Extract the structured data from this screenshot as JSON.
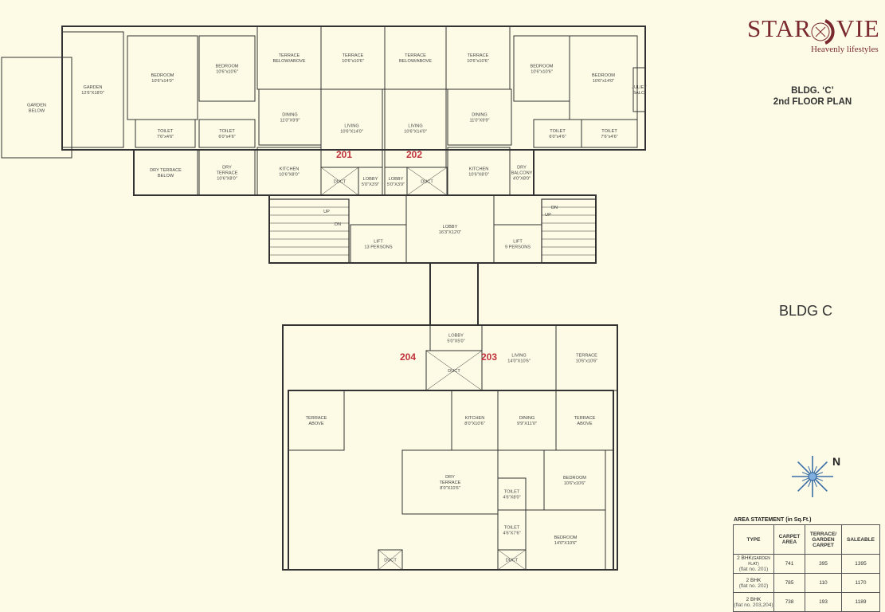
{
  "logo": {
    "left": "STAR",
    "right": "VIE",
    "tagline": "Heavenly lifestyles",
    "color": "#7a2a2e"
  },
  "title": {
    "line1": "BLDG. ‘C’",
    "line2": "2nd FLOOR PLAN"
  },
  "building_label": "BLDG C",
  "compass": {
    "north_label": "N",
    "icon": "compass-rose-icon"
  },
  "unit_color": "#c0323a",
  "units": [
    "201",
    "202",
    "203",
    "204"
  ],
  "rooms": [
    {
      "label": "GARDEN BELOW",
      "dims": ""
    },
    {
      "label": "GARDEN",
      "dims": "12'6\"X18'0\""
    },
    {
      "label": "BEDROOM",
      "dims": "10'6\"x14'0\""
    },
    {
      "label": "BEDROOM",
      "dims": "10'6\"x10'6\""
    },
    {
      "label": "TOILET",
      "dims": "7'6\"x4'6\""
    },
    {
      "label": "TOILET",
      "dims": "6'0\"x4'6\""
    },
    {
      "label": "DRY TERRACE BELOW",
      "dims": ""
    },
    {
      "label": "DRY TERRACE",
      "dims": "10'6\"X8'0\""
    },
    {
      "label": "TERRACE BELOW/ABOVE",
      "dims": ""
    },
    {
      "label": "TERRACE",
      "dims": "10'6\"x10'6\""
    },
    {
      "label": "TERRACE BELOW/ABOVE",
      "dims": ""
    },
    {
      "label": "TERRACE",
      "dims": "10'6\"x10'6\""
    },
    {
      "label": "DINING",
      "dims": "11'0\"X9'9\""
    },
    {
      "label": "LIVING",
      "dims": "10'6\"X14'0\""
    },
    {
      "label": "LIVING",
      "dims": "10'6\"X14'0\""
    },
    {
      "label": "DINING",
      "dims": "11'0\"X9'9\""
    },
    {
      "label": "KITCHEN",
      "dims": "10'6\"X8'0\""
    },
    {
      "label": "DUCT",
      "dims": ""
    },
    {
      "label": "LOBBY",
      "dims": "5'0\"X3'9\""
    },
    {
      "label": "LOBBY",
      "dims": "5'0\"X3'9\""
    },
    {
      "label": "DUCT",
      "dims": ""
    },
    {
      "label": "KITCHEN",
      "dims": "10'6\"X8'0\""
    },
    {
      "label": "DRY BALCONY",
      "dims": "4'0\"X8'0\""
    },
    {
      "label": "BEDROOM",
      "dims": "10'6\"x10'6\""
    },
    {
      "label": "BEDROOM",
      "dims": "10'6\"x14'0\""
    },
    {
      "label": "JULIET BALC.",
      "dims": ""
    },
    {
      "label": "TOILET",
      "dims": "6'0\"x4'6\""
    },
    {
      "label": "TOILET",
      "dims": "7'6\"x4'6\""
    },
    {
      "label": "UP",
      "dims": ""
    },
    {
      "label": "DN",
      "dims": ""
    },
    {
      "label": "LIFT",
      "dims": "13 PERSONS"
    },
    {
      "label": "LOBBY",
      "dims": "16'3\"X12'0\""
    },
    {
      "label": "LIFT",
      "dims": "9 PERSONS"
    },
    {
      "label": "DN",
      "dims": ""
    },
    {
      "label": "UP",
      "dims": ""
    },
    {
      "label": "LOBBY",
      "dims": "5'0\"X5'0\""
    },
    {
      "label": "DUCT",
      "dims": ""
    },
    {
      "label": "LIVING",
      "dims": "14'0\"X10'6\""
    },
    {
      "label": "TERRACE",
      "dims": "10'6\"x10'6\""
    },
    {
      "label": "TERRACE ABOVE",
      "dims": ""
    },
    {
      "label": "KITCHEN",
      "dims": "8'0\"X10'6\""
    },
    {
      "label": "DINING",
      "dims": "9'9\"X11'0\""
    },
    {
      "label": "TERRACE ABOVE",
      "dims": ""
    },
    {
      "label": "DRY TERRACE",
      "dims": "8'0\"X10'6\""
    },
    {
      "label": "TOILET",
      "dims": "4'6\"X8'0\""
    },
    {
      "label": "BEDROOM",
      "dims": "10'6\"x10'6\""
    },
    {
      "label": "TOILET",
      "dims": "4'6\"X7'6\""
    },
    {
      "label": "BEDROOM",
      "dims": "14'0\"X10'6\""
    },
    {
      "label": "DUCT",
      "dims": ""
    },
    {
      "label": "DUCT",
      "dims": ""
    }
  ],
  "area_statement": {
    "title": "AREA STATEMENT (in Sq.Ft.)",
    "headers": [
      "TYPE",
      "CARPET AREA",
      "TERRACE/ GARDEN CARPET",
      "SALEABLE"
    ],
    "rows": [
      {
        "type": "2 BHK",
        "type_note": "(GARDEN FLAT)",
        "flat": "(flat no. 201)",
        "carpet": "741",
        "terrace": "395",
        "saleable": "1395"
      },
      {
        "type": "2 BHK",
        "type_note": "",
        "flat": "(flat no. 202)",
        "carpet": "785",
        "terrace": "110",
        "saleable": "1170"
      },
      {
        "type": "2 BHK",
        "type_note": "",
        "flat": "(flat no. 203,204)",
        "carpet": "738",
        "terrace": "193",
        "saleable": "1189"
      }
    ]
  }
}
